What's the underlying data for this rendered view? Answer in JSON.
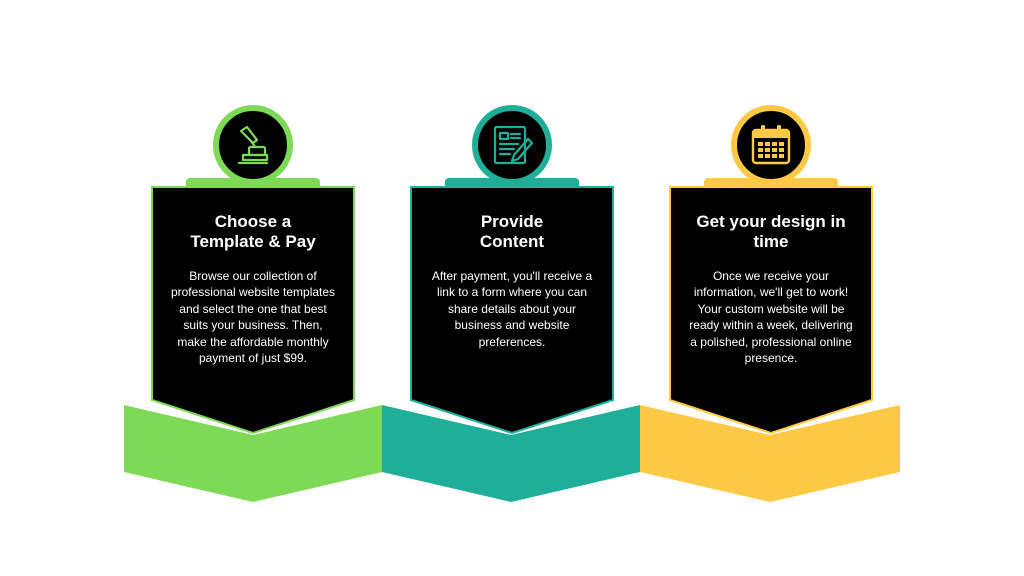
{
  "colors": {
    "background": "#ffffff",
    "card_fill": "#000000",
    "text": "#ffffff",
    "step_1_accent": "#7ed957",
    "step_2_accent": "#1fae98",
    "step_3_accent": "#ffc845"
  },
  "steps": [
    {
      "icon": "hand-stamp-icon",
      "title_line_1": "Choose a",
      "title_line_2": "Template & Pay",
      "description": "Browse our collection of professional website templates and select the one that best suits your business. Then, make the affordable monthly payment of just $99."
    },
    {
      "icon": "form-edit-icon",
      "title_line_1": "Provide",
      "title_line_2": "Content",
      "description": "After payment, you'll receive a link to a form where you can share details about your business and website preferences."
    },
    {
      "icon": "calendar-icon",
      "title_line_1": "Get your design in",
      "title_line_2": "time",
      "description": "Once we receive your information, we'll get to work! Your custom website will be ready within a week, delivering a polished, professional online presence."
    }
  ]
}
